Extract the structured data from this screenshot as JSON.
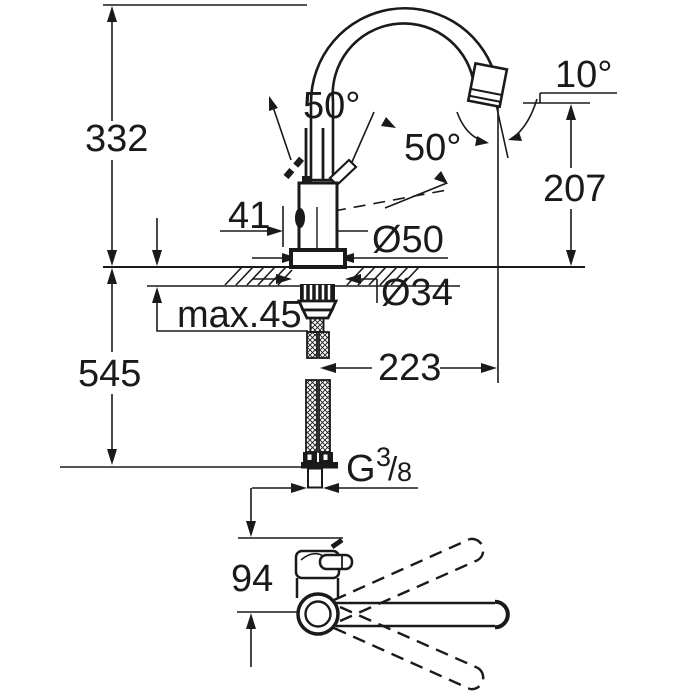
{
  "drawing": {
    "title": "faucet-dimension-drawing",
    "colors": {
      "line": "#1a1a1a",
      "background": "#ffffff"
    },
    "labels": {
      "height_above_deck": "332",
      "height_below_deck": "545",
      "handle_offset": "41",
      "deck_thickness_max": "max.45",
      "base_diameter": "Ø50",
      "hole_diameter": "Ø34",
      "spout_reach": "223",
      "outlet_height": "207",
      "outlet_angle": "10°",
      "handle_swivel_angle": "50°",
      "lever_lift_angle": "50°",
      "bottom_depth": "94",
      "thread_letter": "G",
      "thread_numerator": "3",
      "thread_slash": "/",
      "thread_denominator": "8"
    }
  }
}
